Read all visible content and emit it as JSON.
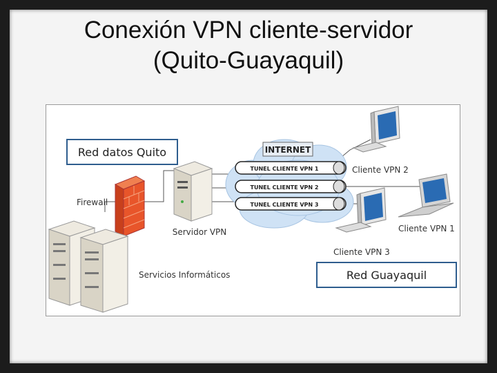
{
  "slide": {
    "title_line1": "Conexión VPN cliente-servidor",
    "title_line2": "(Quito-Guayaquil)"
  },
  "diagram": {
    "quito_box": "Red datos Quito",
    "guayaquil_box": "Red Guayaquil",
    "internet": "INTERNET",
    "tunnels": [
      "TUNEL CLIENTE VPN 1",
      "TUNEL CLIENTE VPN 2",
      "TUNEL CLIENTE VPN 3"
    ],
    "labels": {
      "firewall": "Firewall",
      "server": "Servidor VPN",
      "services": "Servicios Informáticos",
      "client1": "Cliente VPN 1",
      "client2": "Cliente VPN 2",
      "client3": "Cliente VPN 3"
    },
    "colors": {
      "box_border": "#2e5d8e",
      "cloud": "#cfe2f5",
      "firewall": "#e8552a"
    }
  }
}
